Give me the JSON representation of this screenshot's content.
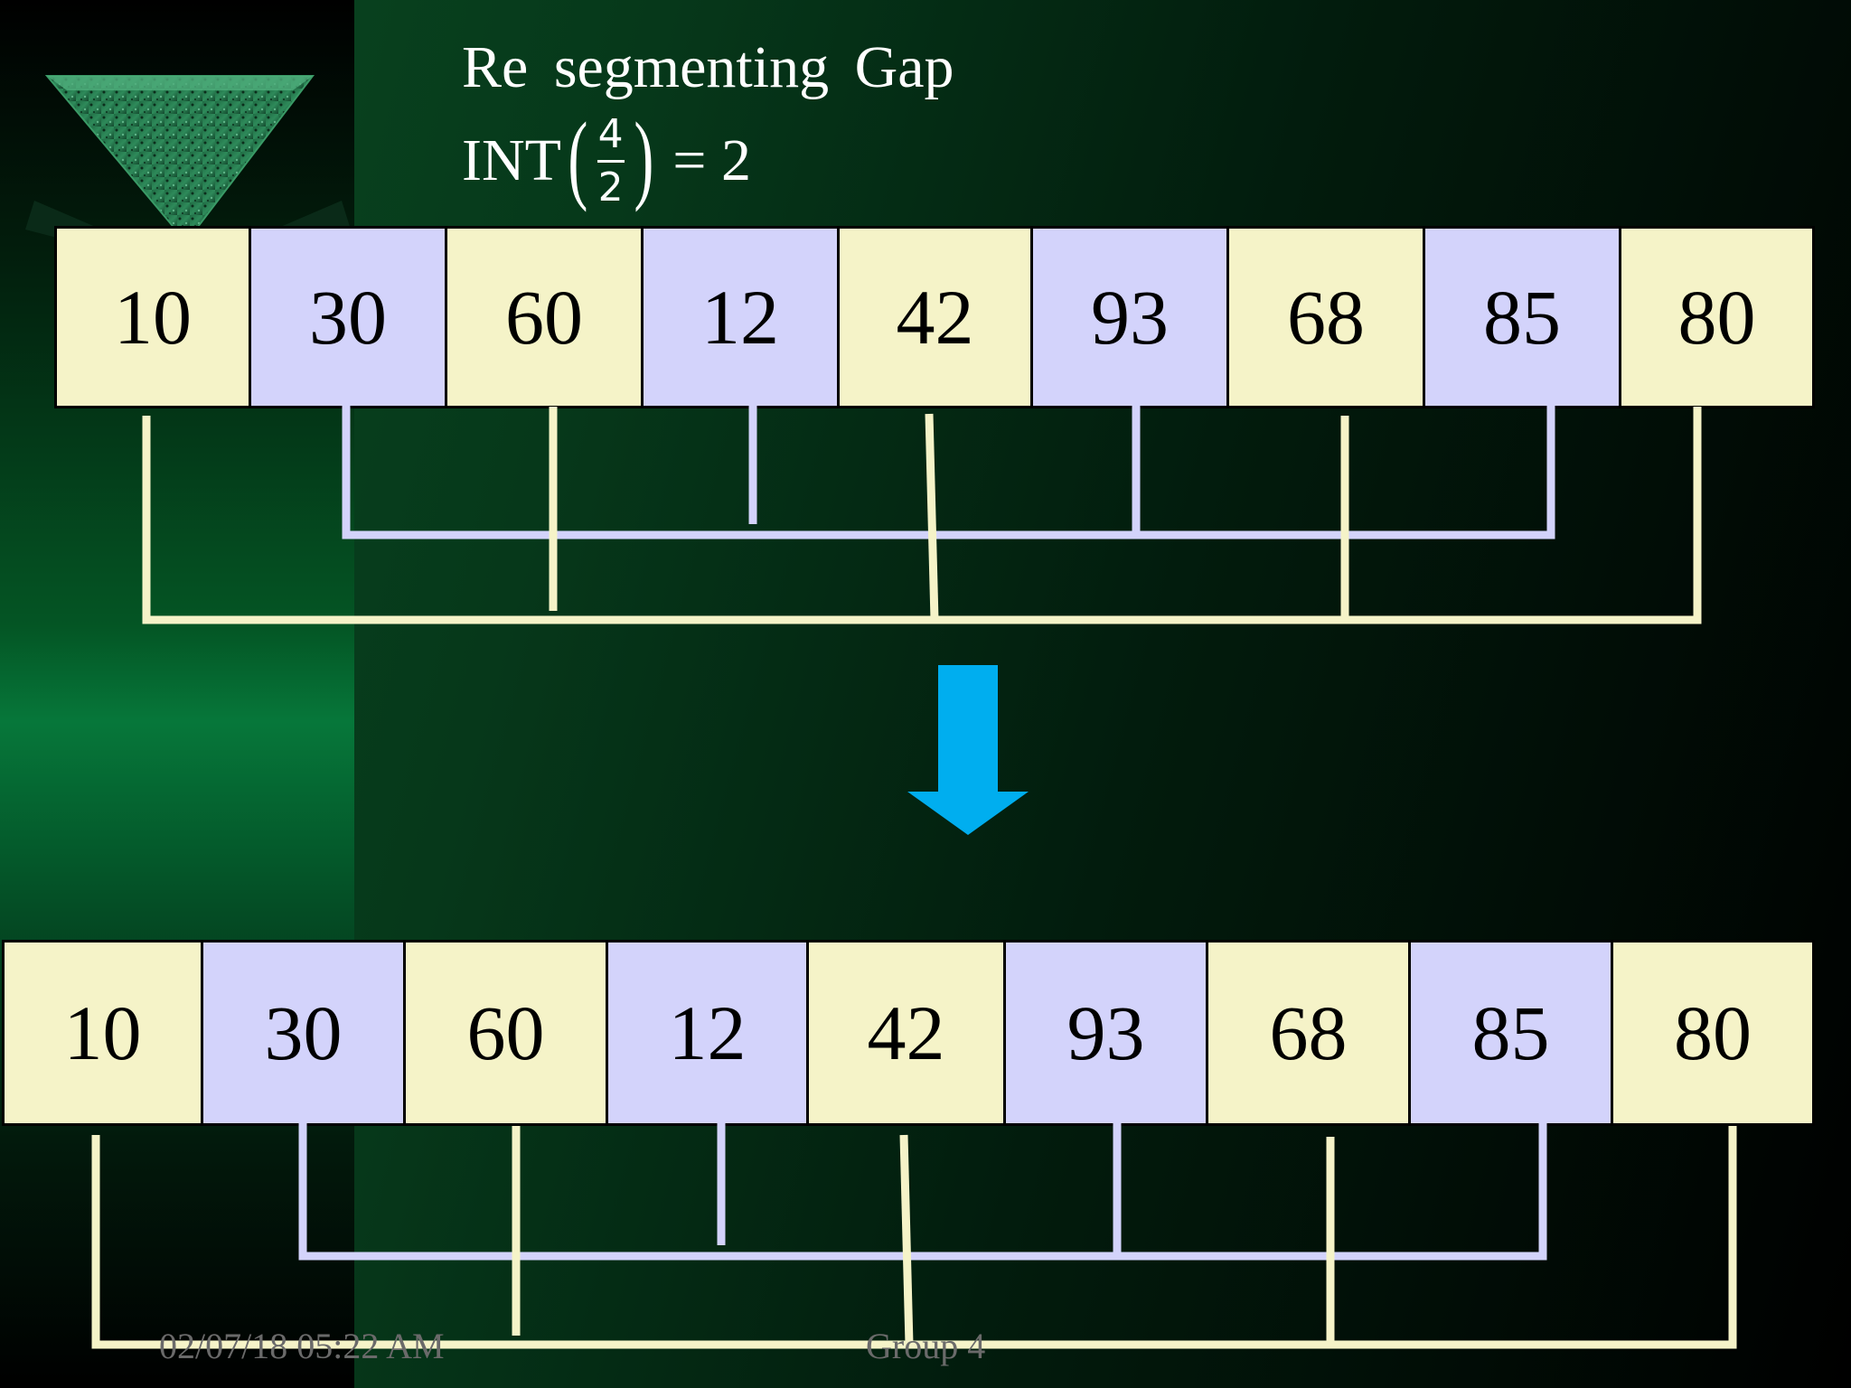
{
  "title": {
    "line1": "Re segmenting Gap",
    "int_label": "INT",
    "numerator": "4",
    "denominator": "2",
    "result": "= 2"
  },
  "top_row": {
    "cells": [
      {
        "value": "10",
        "color": "#f5f3c8"
      },
      {
        "value": "30",
        "color": "#d3d3fb"
      },
      {
        "value": "60",
        "color": "#f5f3c8"
      },
      {
        "value": "12",
        "color": "#d3d3fb"
      },
      {
        "value": "42",
        "color": "#f5f3c8"
      },
      {
        "value": "93",
        "color": "#d3d3fb"
      },
      {
        "value": "68",
        "color": "#f5f3c8"
      },
      {
        "value": "85",
        "color": "#d3d3fb"
      },
      {
        "value": "80",
        "color": "#f5f3c8"
      }
    ]
  },
  "bottom_row": {
    "cells": [
      {
        "value": "10",
        "color": "#f5f3c8"
      },
      {
        "value": "30",
        "color": "#d3d3fb"
      },
      {
        "value": "60",
        "color": "#f5f3c8"
      },
      {
        "value": "12",
        "color": "#d3d3fb"
      },
      {
        "value": "42",
        "color": "#f5f3c8"
      },
      {
        "value": "93",
        "color": "#d3d3fb"
      },
      {
        "value": "68",
        "color": "#f5f3c8"
      },
      {
        "value": "85",
        "color": "#d3d3fb"
      },
      {
        "value": "80",
        "color": "#f5f3c8"
      }
    ]
  },
  "arrow_color": "#00aeef",
  "footer": {
    "date": "02/07/18 05:22 AM",
    "group": "Group 4"
  }
}
